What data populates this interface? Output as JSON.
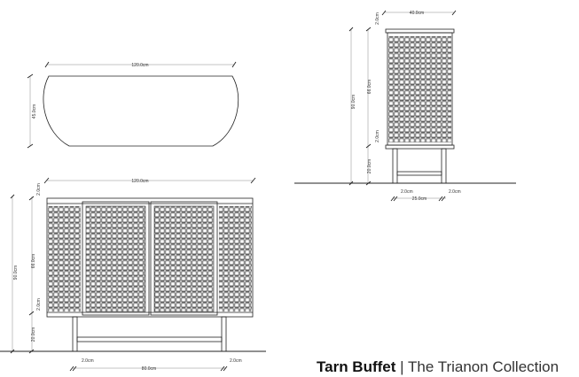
{
  "title": {
    "name": "Tarn Buffet",
    "separator": "|",
    "collection": "The Trianon Collection"
  },
  "plan_view": {
    "width": "120.0cm",
    "depth": "45.0cm"
  },
  "front_view": {
    "width": "120.0cm",
    "total_height": "90.0cm",
    "top_thickness": "2.0cm",
    "body_height": "66.0cm",
    "bottom_thickness": "2.0cm",
    "leg_height": "20.0cm",
    "leg_inset_left": "2.0cm",
    "leg_inset_right": "2.0cm",
    "leg_span": "80.0cm"
  },
  "side_view": {
    "depth": "40.0cm",
    "total_height": "90.0cm",
    "top_thickness": "2.0cm",
    "body_height": "66.0cm",
    "bottom_thickness": "2.0cm",
    "leg_height": "20.0cm",
    "leg_inset_left": "2.0cm",
    "leg_inset_right": "2.0cm",
    "leg_span": "25.0cm"
  }
}
